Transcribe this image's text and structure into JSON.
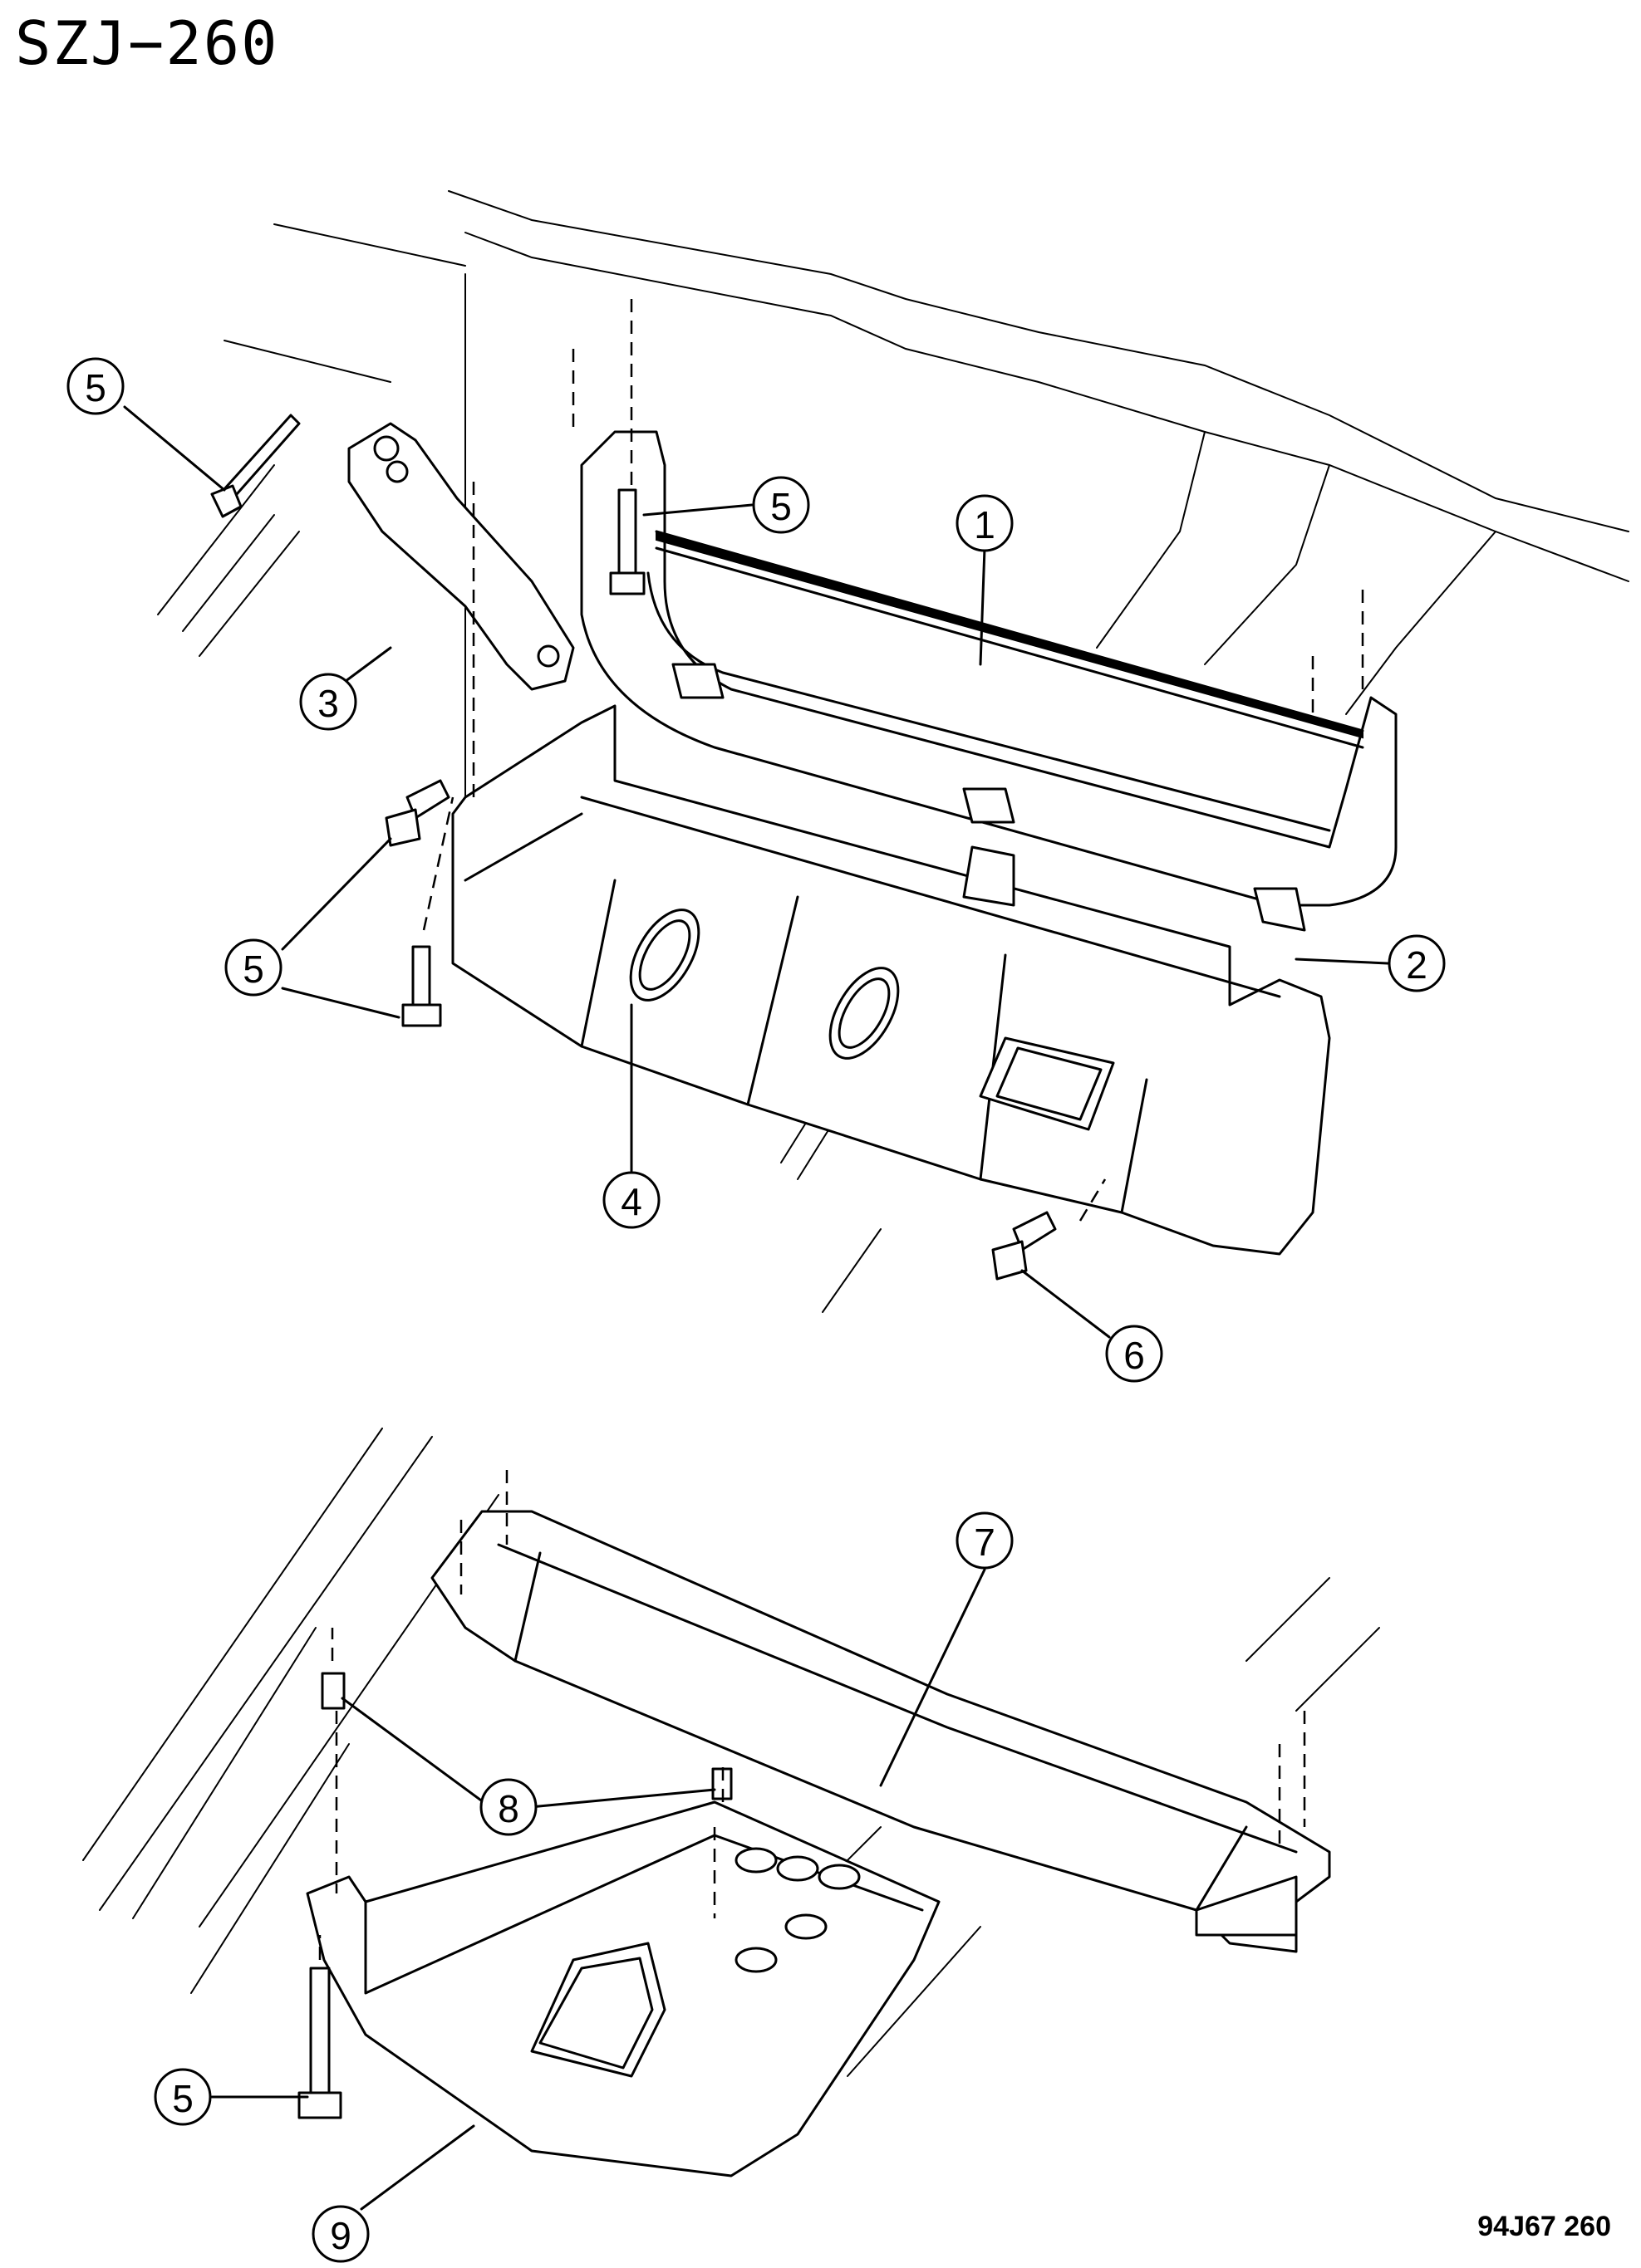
{
  "drawing_code": "SZJ−260",
  "reference_number": "94J67  260",
  "callouts": {
    "c1": "1",
    "c2": "2",
    "c3": "3",
    "c4": "4",
    "c5a": "5",
    "c5b": "5",
    "c5c": "5",
    "c5d": "5",
    "c6": "6",
    "c7": "7",
    "c8": "8",
    "c9": "9"
  }
}
